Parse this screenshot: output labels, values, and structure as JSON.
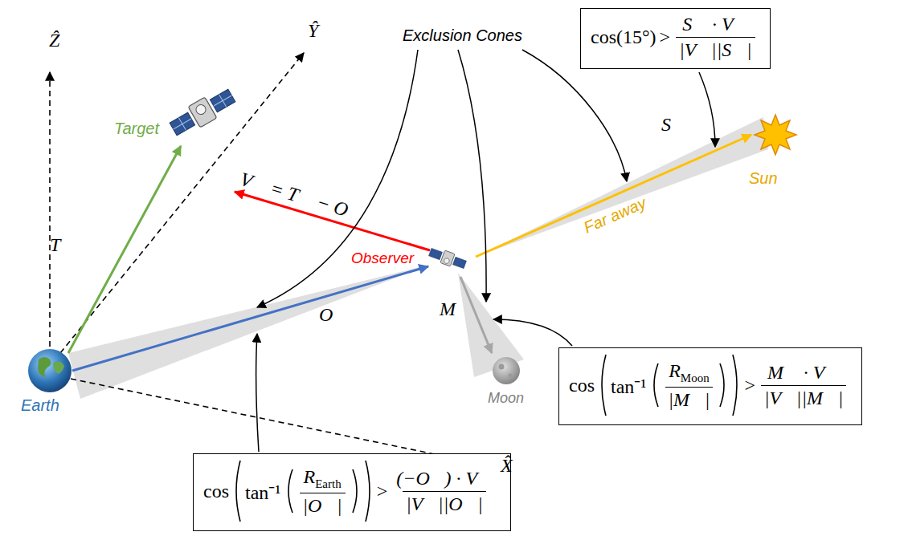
{
  "diagram": {
    "nodes": [
      {
        "text": [
          "cos(15°)",
          ">",
          "S⃗ · V⃗",
          "|V⃗||S⃗|"
        ]
      },
      {
        "text": [
          "cos",
          "tan⁻¹",
          "R",
          "Moon",
          "|M⃗|",
          ">",
          "M⃗ · V⃗",
          "|V⃗||M⃗|"
        ]
      },
      {
        "text": [
          "cos",
          "tan⁻¹",
          "R",
          "Earth",
          "|O⃗|",
          ">",
          "(−O⃗) · V⃗",
          "|V⃗||O⃗|"
        ]
      }
    ],
    "labels": [
      "Ẑ",
      "Ŷ",
      "X̂",
      "Target",
      "T⃗",
      "V⃗ = T⃗ − O⃗",
      "Observer",
      "Exclusion Cones",
      "S⃗",
      "Sun",
      "Far away",
      "O⃗",
      "M⃗",
      "Moon",
      "Earth"
    ]
  }
}
